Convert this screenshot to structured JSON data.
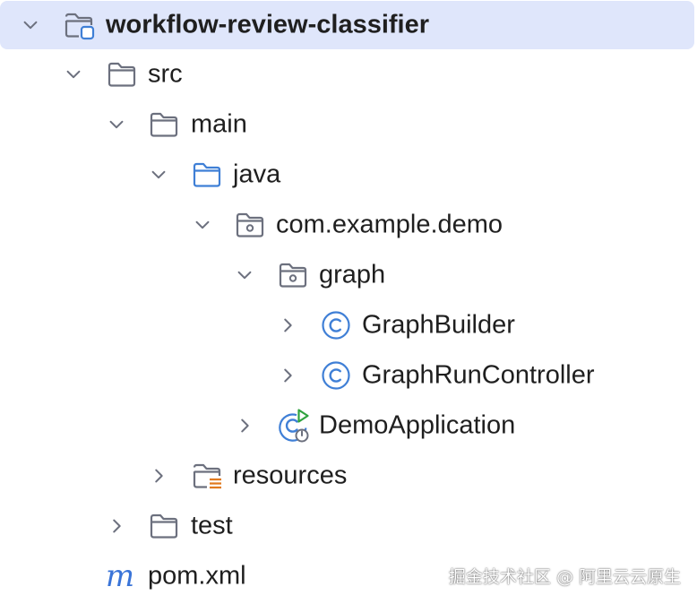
{
  "tree": {
    "root": {
      "label": "workflow-review-classifier",
      "expanded": true
    },
    "src": {
      "label": "src",
      "expanded": true
    },
    "main": {
      "label": "main",
      "expanded": true
    },
    "java": {
      "label": "java",
      "expanded": true
    },
    "package_demo": {
      "label": "com.example.demo",
      "expanded": true
    },
    "package_graph": {
      "label": "graph",
      "expanded": true
    },
    "graph_builder": {
      "label": "GraphBuilder",
      "expanded": false
    },
    "graph_run_controller": {
      "label": "GraphRunController",
      "expanded": false
    },
    "demo_application": {
      "label": "DemoApplication",
      "expanded": false
    },
    "resources": {
      "label": "resources",
      "expanded": false
    },
    "test": {
      "label": "test",
      "expanded": false
    },
    "pom": {
      "label": "pom.xml"
    }
  },
  "watermark": "掘金技术社区 @ 阿里云云原生",
  "colors": {
    "selection": "#dfe6fb",
    "folder_stroke": "#6c707e",
    "source_folder": "#3f7fd6",
    "class_icon": "#3f7fd6",
    "run_badge": "#2fa33f",
    "resources_badge": "#e07a1f",
    "maven_m": "#3a74d8"
  },
  "icons": {
    "root": "module-folder-icon",
    "folder": "folder-icon",
    "source_folder": "source-root-folder-icon",
    "package": "package-icon",
    "class": "class-icon",
    "application": "spring-boot-application-icon",
    "resources": "resources-root-folder-icon",
    "pom": "maven-m-icon",
    "expanded": "chevron-down-icon",
    "collapsed": "chevron-right-icon"
  }
}
